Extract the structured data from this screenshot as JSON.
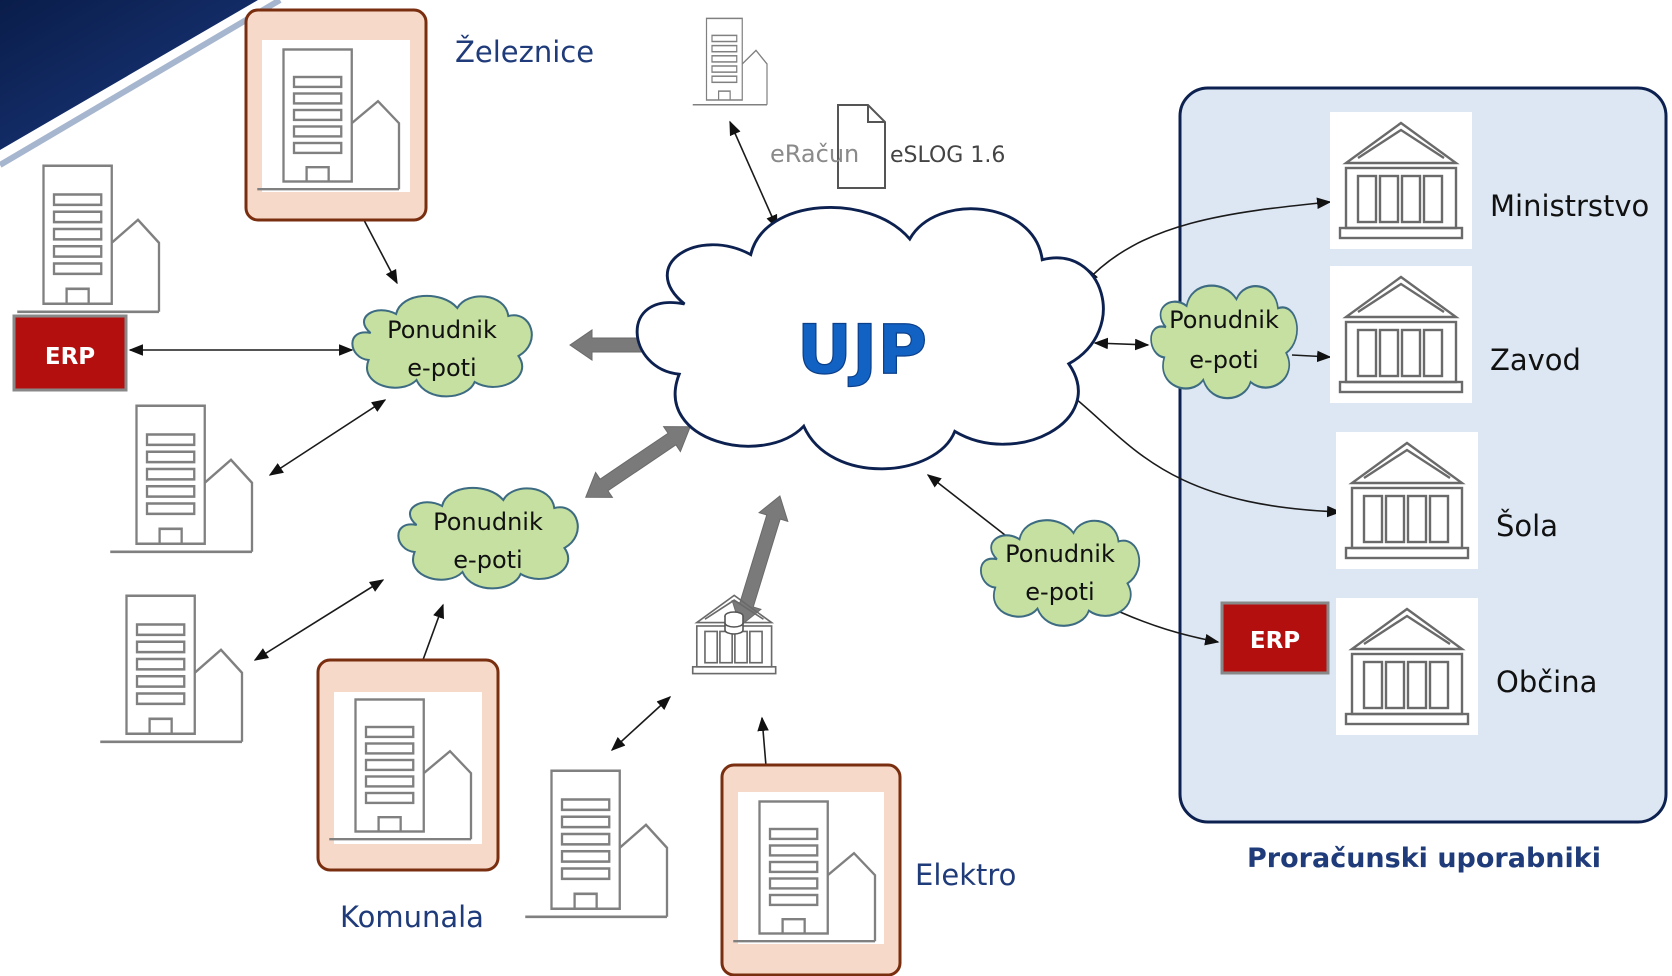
{
  "colors": {
    "label": "#1f3b7a",
    "panel": "#dde7f3",
    "panel_border": "#0d2150",
    "cloud_green": "#c5e0a0",
    "cloud_green_border": "#3d6b82",
    "erp": "#b30f0f",
    "tile_fill": "#f6d9c8",
    "tile_border": "#7a2e10",
    "ujp": "#1262c4"
  },
  "icons": [
    "office-building-icon",
    "government-building-icon",
    "document-icon",
    "database-icon",
    "cloud-icon"
  ],
  "center": {
    "label": "UJP"
  },
  "document": {
    "brand": "eRačun",
    "format": "eSLOG 1.6"
  },
  "providers": {
    "top_left": {
      "line1": "Ponudnik",
      "line2": "e-poti"
    },
    "middle_left": {
      "line1": "Ponudnik",
      "line2": "e-poti"
    },
    "right": {
      "line1": "Ponudnik",
      "line2": "e-poti"
    },
    "bottom_right": {
      "line1": "Ponudnik",
      "line2": "e-poti"
    }
  },
  "companies": {
    "zeleznice": "Železnice",
    "komunala": "Komunala",
    "elektro": "Elektro"
  },
  "erp": {
    "left": "ERP",
    "right": "ERP"
  },
  "budget_users": {
    "title": "Proračunski uporabniki",
    "items": [
      "Ministrstvo",
      "Zavod",
      "Šola",
      "Občina"
    ]
  }
}
